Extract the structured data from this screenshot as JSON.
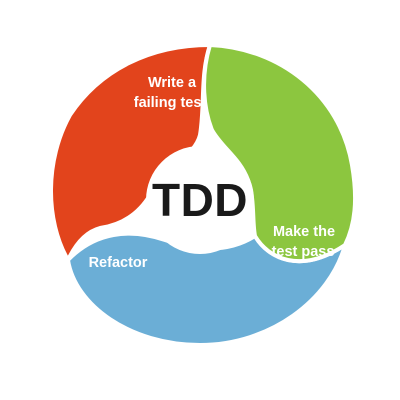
{
  "center": {
    "label": "TDD"
  },
  "segments": {
    "red": {
      "line1": "Write a",
      "line2": "failing test",
      "color": "#E2441C"
    },
    "green": {
      "line1": "Make the",
      "line2": "test pass",
      "color": "#8CC63F"
    },
    "blue": {
      "line1": "Refactor",
      "color": "#6BAED6"
    }
  },
  "colors": {
    "center_fill": "#ffffff",
    "center_text": "#1a1a1a",
    "segment_text": "#ffffff",
    "outline": "#ffffff"
  }
}
